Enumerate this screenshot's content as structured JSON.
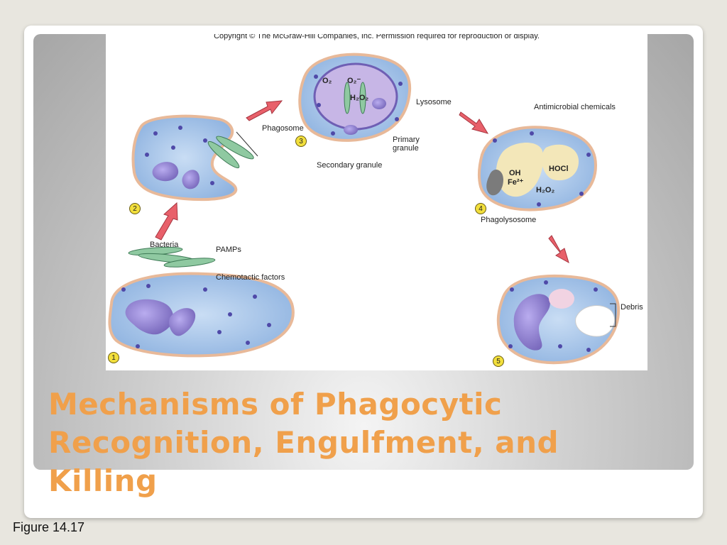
{
  "slide": {
    "title_lines": [
      "Mechanisms of Phagocytic",
      "Recognition, Engulfment, and",
      "Killing"
    ],
    "figure_ref": "Figure 14.17"
  },
  "figure": {
    "copyright": "Copyright © The McGraw-Hill Companies, Inc. Permission required for reproduction or display.",
    "steps": [
      "1",
      "2",
      "3",
      "4",
      "5"
    ],
    "labels": {
      "bacteria": "Bacteria",
      "pamps": "PAMPs",
      "chemotactic": "Chemotactic factors",
      "phagosome": "Phagosome",
      "lysosome": "Lysosome",
      "primary_granule_1": "Primary",
      "primary_granule_2": "granule",
      "secondary_granule": "Secondary granule",
      "antimicrobial": "Antimicrobial chemicals",
      "phagolysosome": "Phagolysosome",
      "debris": "Debris",
      "o2": "O₂",
      "o2_minus": "O₂⁻",
      "h2o2": "H₂O₂",
      "oh": "OH",
      "fe": "Fe²⁺",
      "hocl": "HOCl",
      "h2o2_b": "H₂O₂"
    }
  },
  "colors": {
    "title": "#f0a04b",
    "cell_fill": "#a9c8ec",
    "nucleus": "#8e7fc9",
    "granule": "#4f49a8",
    "arrow": "#e8606a",
    "step_badge": "#f2df3c"
  }
}
